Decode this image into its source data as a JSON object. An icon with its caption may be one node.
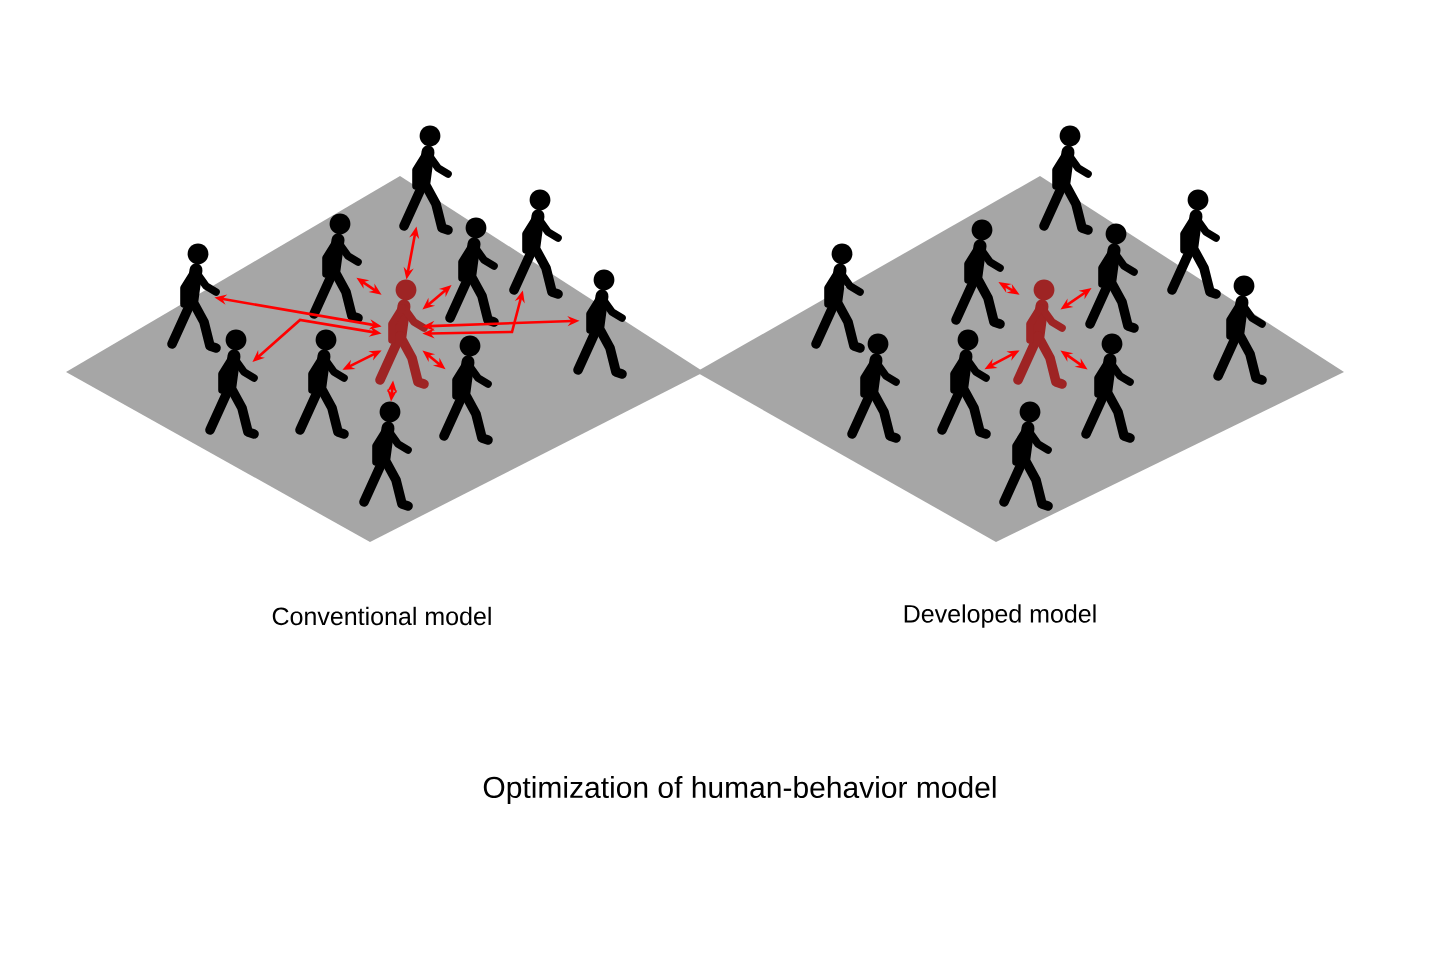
{
  "diagram": {
    "caption": "Optimization of human-behavior model",
    "nodes": [
      {
        "text": [],
        "shape": "person"
      },
      {
        "text": [],
        "shape": "person"
      },
      {
        "text": [],
        "shape": "person"
      },
      {
        "text": [],
        "shape": "person"
      },
      {
        "text": [],
        "shape": "person"
      },
      {
        "text": [],
        "shape": "person"
      },
      {
        "text": [],
        "shape": "person"
      },
      {
        "text": [],
        "shape": "person"
      },
      {
        "text": [],
        "shape": "person"
      },
      {
        "text": [],
        "shape": "person"
      },
      {
        "text": [],
        "shape": "person"
      },
      {
        "text": [],
        "shape": "person"
      },
      {
        "text": [],
        "shape": "person"
      },
      {
        "text": [],
        "shape": "person"
      },
      {
        "text": [],
        "shape": "person"
      },
      {
        "text": [],
        "shape": "person"
      },
      {
        "text": [],
        "shape": "person"
      },
      {
        "text": [],
        "shape": "person"
      },
      {
        "text": [],
        "shape": "person"
      },
      {
        "text": [],
        "shape": "person"
      },
      {
        "text": [],
        "shape": "person"
      },
      {
        "text": [],
        "shape": "person"
      }
    ],
    "edges": [
      {
        "from": 0,
        "to": 1,
        "arrow": "both",
        "color": "#ff0000"
      },
      {
        "from": 0,
        "to": 2,
        "arrow": "both",
        "color": "#ff0000"
      },
      {
        "from": 0,
        "to": 3,
        "arrow": "both",
        "color": "#ff0000"
      },
      {
        "from": 0,
        "to": 4,
        "arrow": "both",
        "color": "#ff0000"
      },
      {
        "from": 0,
        "to": 5,
        "arrow": "both",
        "color": "#ff0000"
      },
      {
        "from": 0,
        "to": 6,
        "arrow": "both",
        "color": "#ff0000"
      },
      {
        "from": 0,
        "to": 7,
        "arrow": "both",
        "color": "#ff0000"
      },
      {
        "from": 0,
        "to": 8,
        "arrow": "both",
        "color": "#ff0000"
      },
      {
        "from": 0,
        "to": 9,
        "arrow": "both",
        "color": "#ff0000"
      },
      {
        "from": 0,
        "to": 10,
        "arrow": "both",
        "color": "#ff0000"
      },
      {
        "from": 11,
        "to": 13,
        "arrow": "both",
        "color": "#ff0000"
      },
      {
        "from": 11,
        "to": 15,
        "arrow": "both",
        "color": "#ff0000"
      },
      {
        "from": 11,
        "to": 19,
        "arrow": "both",
        "color": "#ff0000"
      },
      {
        "from": 11,
        "to": 20,
        "arrow": "both",
        "color": "#ff0000"
      }
    ],
    "labels": [
      "Conventional model",
      "Developed model"
    ]
  }
}
